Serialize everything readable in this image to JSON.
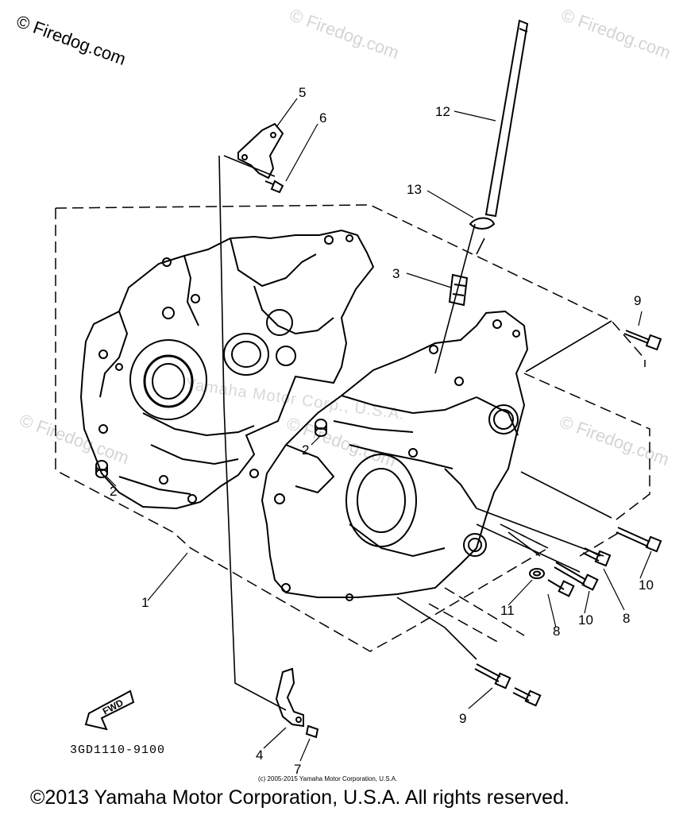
{
  "watermark": {
    "main": "© Firedog.com",
    "repeat": "© Firedog.com",
    "center": "Yamaha Motor Corp., U.S.A."
  },
  "diagram": {
    "part_number": "3GD1110-9100",
    "fwd_label": "FWD",
    "callouts": [
      "1",
      "2",
      "2",
      "3",
      "4",
      "5",
      "6",
      "7",
      "8",
      "8",
      "9",
      "9",
      "10",
      "10",
      "11",
      "12",
      "13"
    ]
  },
  "small_copyright": "(c) 2005-2015 Yamaha Motor Corporation, U.S.A.",
  "footer": "©2013 Yamaha Motor Corporation, U.S.A. All rights reserved."
}
